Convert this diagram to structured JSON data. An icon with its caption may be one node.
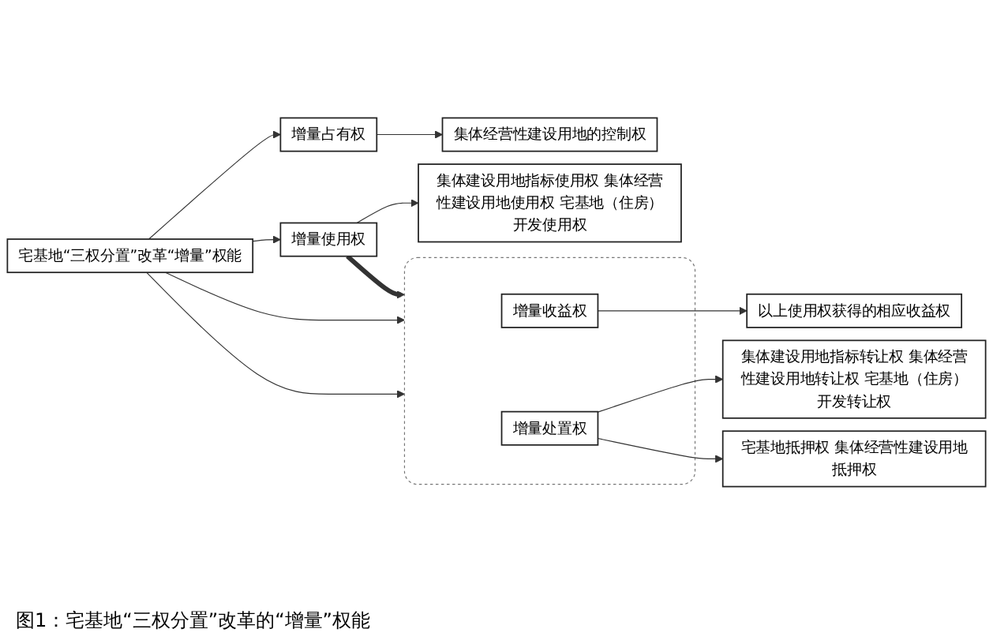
{
  "diagram": {
    "caption": "图1：宅基地“三权分置”改革的“增量”权能",
    "nodes": [
      {
        "text": [
          "宅基地“三权分置”改革“增量”权能"
        ]
      },
      {
        "text": [
          "增量占有权"
        ]
      },
      {
        "text": [
          "集体经营性建设用地的控制权"
        ]
      },
      {
        "text": [
          "增量使用权"
        ]
      },
      {
        "text": [
          "集体建设用地指标使用权 集体经营性建设用地使用权 宅基地（住房）开发使用权"
        ]
      },
      {
        "text": [],
        "shape": "box"
      },
      {
        "text": [
          "增量收益权"
        ],
        "in": 5
      },
      {
        "text": [
          "以上使用权获得的相应收益权"
        ]
      },
      {
        "text": [
          "增量处置权"
        ],
        "in": 5
      },
      {
        "text": [
          "集体建设用地指标转让权 集体经营性建设用地转让权 宅基地（住房）开发转让权"
        ]
      },
      {
        "text": [
          "宅基地抵押权 集体经营性建设用地抵押权"
        ]
      }
    ],
    "edges": [
      {
        "from": 0,
        "to": 1,
        "arrow": "to"
      },
      {
        "from": 0,
        "to": 3,
        "arrow": "to"
      },
      {
        "from": 0,
        "to": 5,
        "arrow": "to"
      },
      {
        "from": 0,
        "to": 5,
        "arrow": "to"
      },
      {
        "from": 1,
        "to": 2,
        "arrow": "to"
      },
      {
        "from": 3,
        "to": 4,
        "arrow": "to"
      },
      {
        "from": 3,
        "to": 5,
        "arrow": "to",
        "style": "thick"
      },
      {
        "from": 6,
        "to": 7,
        "arrow": "to"
      },
      {
        "from": 8,
        "to": 9,
        "arrow": "to"
      },
      {
        "from": 8,
        "to": 10,
        "arrow": "to"
      }
    ]
  }
}
